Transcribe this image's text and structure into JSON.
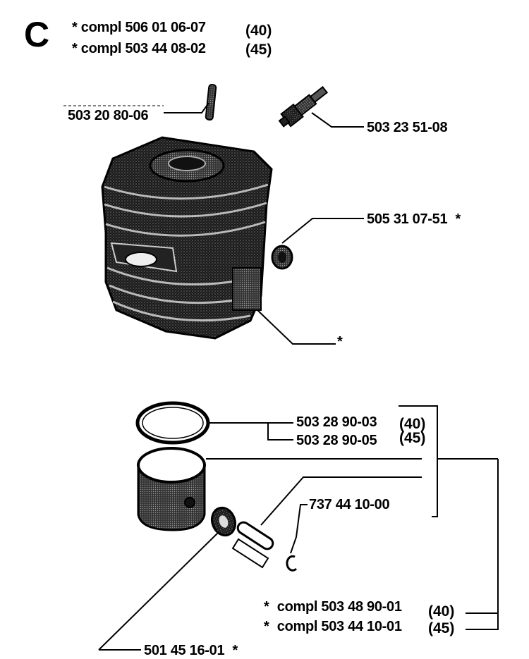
{
  "section_letter": "C",
  "header": {
    "line1": {
      "prefix": "*",
      "text": "compl 506 01 06-07",
      "variant": "(40)"
    },
    "line2": {
      "prefix": "*",
      "text": "compl 503 44 08-02",
      "variant": "(45)"
    }
  },
  "parts": {
    "pin_top": "503 20 80-06",
    "spark_plug": "503 23 51-08",
    "cylinder_bolt": "505 31 07-51",
    "cylinder_bolt_mark": "*",
    "cylinder_mark": "*",
    "ring_40": "503 28 90-03",
    "ring_40_variant": "(40)",
    "ring_45": "503 28 90-05",
    "ring_45_variant": "(45)",
    "circlip": "737 44 10-00",
    "bearing": "501 45 16-01",
    "bearing_mark": "*"
  },
  "footer": {
    "line1": {
      "prefix": "*",
      "text": "compl 503 48 90-01",
      "variant": "(40)"
    },
    "line2": {
      "prefix": "*",
      "text": "compl 503 44 10-01",
      "variant": "(45)"
    }
  }
}
